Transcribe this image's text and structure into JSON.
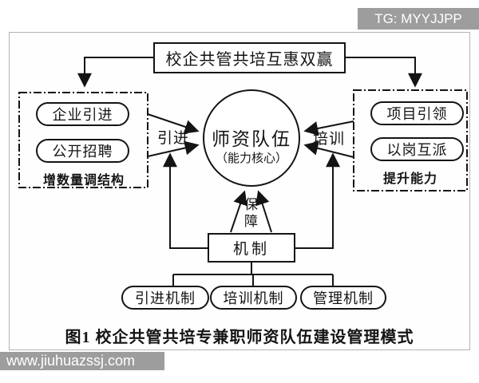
{
  "watermarks": {
    "top_right": "TG: MYYJJPP",
    "bottom_left": "www.jiuhuazssj.com"
  },
  "diagram": {
    "title": "校企共管共培互惠双赢",
    "center_circle": {
      "line1": "师资队伍",
      "line2": "（能力核心）"
    },
    "left_group": {
      "items": [
        {
          "label": "企业引进"
        },
        {
          "label": "公开招聘"
        }
      ],
      "caption": "增数量调结构",
      "arrow_label": "引进"
    },
    "right_group": {
      "items": [
        {
          "label": "项目引领"
        },
        {
          "label": "以岗互派"
        }
      ],
      "caption": "提升能力",
      "arrow_label": "培训"
    },
    "support": {
      "arrow_label": "保障",
      "box_label": "机制",
      "mechanisms": [
        {
          "label": "引进机制"
        },
        {
          "label": "培训机制"
        },
        {
          "label": "管理机制"
        }
      ]
    },
    "figure_caption": "图1  校企共管共培专兼职师资队伍建设管理模式",
    "colors": {
      "stroke": "#141414",
      "frame_border": "#b3b3b3",
      "watermark_bg": "#9d9d9d",
      "watermark_text": "#ffffff",
      "background": "#ffffff"
    }
  }
}
